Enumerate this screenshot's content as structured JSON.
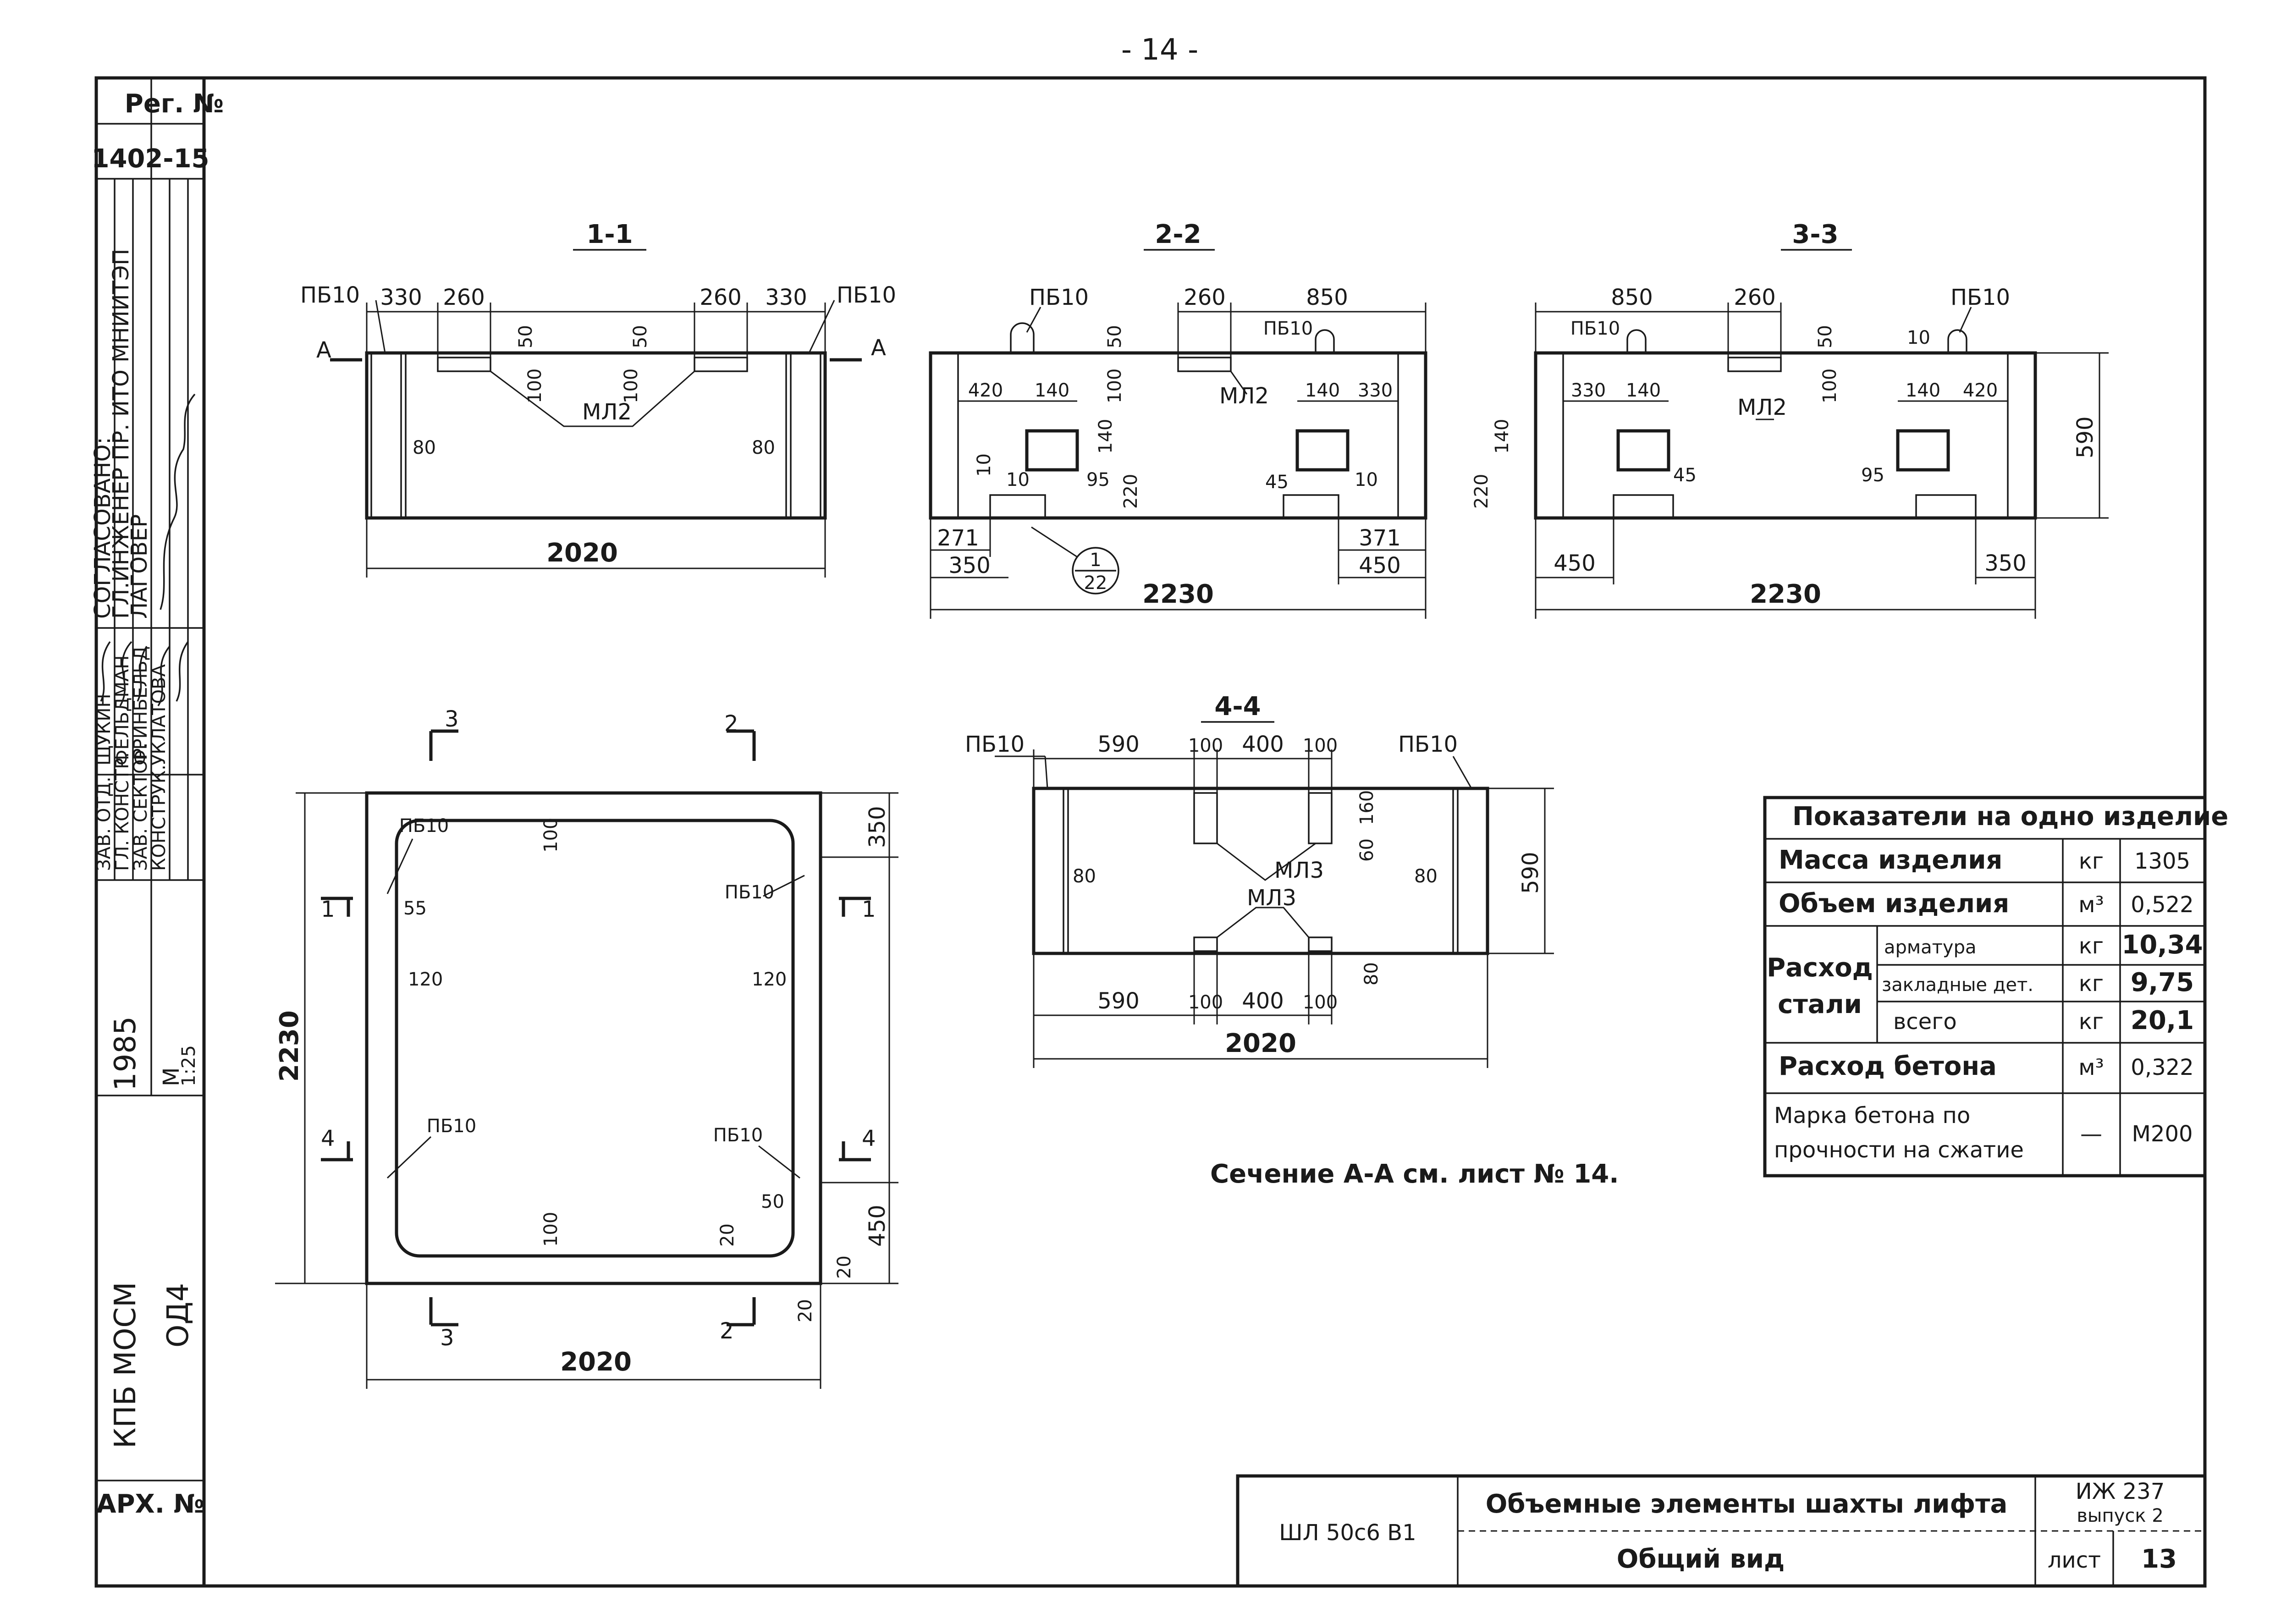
{
  "page_number": "- 14 -",
  "stamp_left": {
    "reg_label": "Рег. №",
    "reg_number": "1402-15",
    "agreed": "СОГЛАСОВАНО:",
    "chief_engineer": "ГЛ.ИНЖЕНЕР ПР. ИТО МНИИТЭП",
    "chief_engineer_name": "ЛАГОВЕР",
    "roles": [
      "ЗАВ. ОТД.",
      "ГЛ. КОНСТР.",
      "ЗАВ. СЕКТОР.",
      "КОНСТРУК."
    ],
    "names": [
      "ЩУКИН",
      "ФЕЛЬДМАН",
      "ФРИНБЕЛЬД",
      "УКЛАТОВА"
    ],
    "year": "1985",
    "scale_label": "М",
    "scale": "1:25",
    "org": "КПБ МОСМ",
    "dept": "ОД4",
    "archive": "АРХ. №"
  },
  "sections": {
    "s11": {
      "title": "1-1",
      "pb_left": "ПБ10",
      "pb_right": "ПБ10",
      "mark_left": "А",
      "mark_right": "А",
      "dims": [
        "330",
        "260",
        "260",
        "330",
        "50",
        "50",
        "100",
        "100",
        "80",
        "80"
      ],
      "ml": "МЛ2",
      "total": "2020"
    },
    "s22": {
      "title": "2-2",
      "pb1": "ПБ10",
      "pb2": "ПБ10",
      "top_dims": [
        "260",
        "850",
        "50",
        "100"
      ],
      "dims": [
        "420",
        "140",
        "140",
        "330",
        "10",
        "10",
        "95",
        "140",
        "220",
        "45",
        "10"
      ],
      "ml": "МЛ2",
      "bottom_dims": [
        "271",
        "350",
        "371",
        "450"
      ],
      "callout_top": "1",
      "callout_bottom": "22",
      "total": "2230"
    },
    "s33": {
      "title": "3-3",
      "pb1": "ПБ10",
      "pb2": "ПБ10",
      "top_dims": [
        "850",
        "260",
        "50",
        "10",
        "100"
      ],
      "dims": [
        "330",
        "140",
        "140",
        "420",
        "140",
        "220",
        "45",
        "95"
      ],
      "ml": "МЛ2",
      "height": "590",
      "bottom_dims": [
        "450",
        "350"
      ],
      "total": "2230"
    },
    "s44": {
      "title": "4-4",
      "pb_left": "ПБ10",
      "pb_right": "ПБ10",
      "top_dims": [
        "590",
        "100",
        "400",
        "100",
        "160",
        "60"
      ],
      "ml_top": "МЛ3",
      "ml_bottom": "МЛ3",
      "side_dims": [
        "80",
        "80",
        "80"
      ],
      "height": "590",
      "bottom_dims": [
        "590",
        "100",
        "400",
        "100"
      ],
      "total": "2020"
    },
    "plan": {
      "marks": [
        "3",
        "2",
        "1",
        "1",
        "4",
        "4",
        "3",
        "2"
      ],
      "pb": [
        "ПБ10",
        "ПБ10",
        "ПБ10",
        "ПБ10"
      ],
      "dims": [
        "100",
        "55",
        "120",
        "120",
        "100",
        "20",
        "50",
        "20",
        "20"
      ],
      "right_dims": [
        "350",
        "450"
      ],
      "height": "2230",
      "width": "2020"
    },
    "note": "Сечение А-А см. лист № 14."
  },
  "spec_table": {
    "title": "Показатели на одно изделие",
    "rows": [
      {
        "name": "Масса изделия",
        "unit": "кг",
        "value": "1305"
      },
      {
        "name": "Объем изделия",
        "unit": "м³",
        "value": "0,522"
      }
    ],
    "steel": {
      "group": [
        "Расход",
        "стали"
      ],
      "rows": [
        {
          "name": "арматура",
          "unit": "кг",
          "value": "10,34"
        },
        {
          "name": "закладные дет.",
          "unit": "кг",
          "value": "9,75"
        },
        {
          "name": "всего",
          "unit": "кг",
          "value": "20,1"
        }
      ]
    },
    "concrete": {
      "name": "Расход бетона",
      "unit": "м³",
      "value": "0,322"
    },
    "grade": {
      "name": [
        "Марка бетона по",
        "прочности на сжатие"
      ],
      "unit": "—",
      "value": "М200"
    }
  },
  "title_block": {
    "code": "ШЛ 50с6 В1",
    "title1": "Объемные элементы шахты лифта",
    "title2": "Общий вид",
    "series": "ИЖ 237",
    "issue": "выпуск 2",
    "sheet_label": "лист",
    "sheet": "13"
  }
}
